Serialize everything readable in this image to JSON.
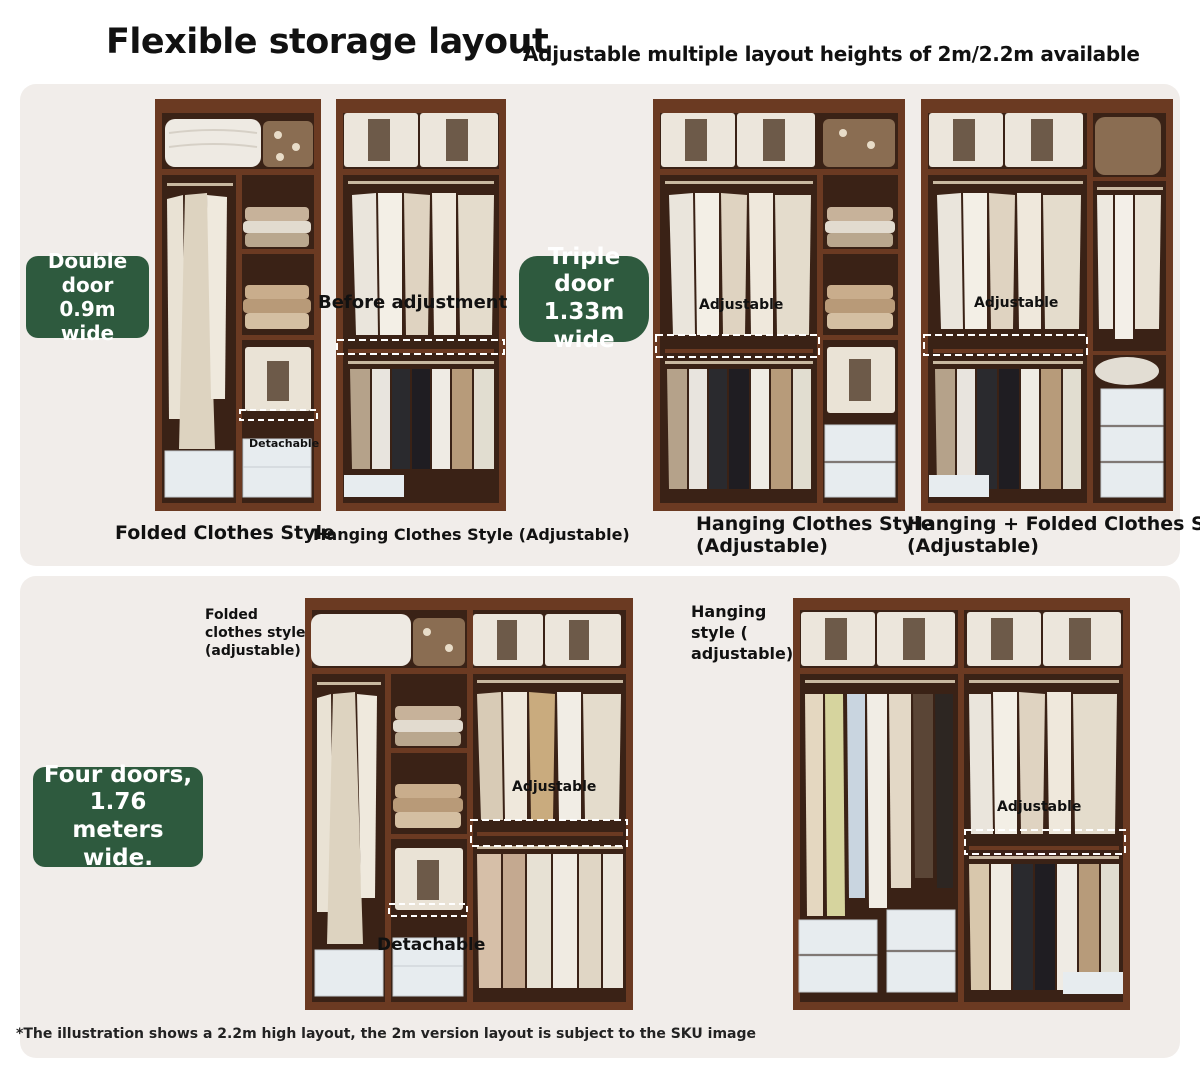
{
  "header": {
    "title": "Flexible storage layout",
    "subtitle": "Adjustable multiple layout heights of 2m/2.2m available"
  },
  "badges": {
    "double": "Double door 0.9m wide",
    "triple": "Triple door 1.33m wide",
    "four": "Four doors, 1.76 meters wide."
  },
  "labels": {
    "before_adjustment": "Before adjustment",
    "adjustable": "Adjustable",
    "detachable": "Detachable"
  },
  "captions": {
    "folded": "Folded Clothes Style",
    "hanging_adj": "Hanging Clothes Style (Adjustable)",
    "triple_hanging_1": "Hanging Clothes Style",
    "triple_hanging_2": "(Adjustable)",
    "triple_combo_1": "Hanging + Folded Clothes Style",
    "triple_combo_2": "(Adjustable)",
    "four_folded_1": "Folded",
    "four_folded_2": "clothes style",
    "four_folded_3": "(adjustable)",
    "four_hanging_1": "Hanging",
    "four_hanging_2": "style (",
    "four_hanging_3": "adjustable)"
  },
  "footnote": "*The illustration shows a 2.2m high layout, the 2m version layout is subject to the SKU image",
  "colors": {
    "panel_bg": "#f1edea",
    "badge_green": "#2e5a3e",
    "wood": "#6b3a22",
    "wood_dark": "#4e2814",
    "interior": "#3a2216"
  }
}
